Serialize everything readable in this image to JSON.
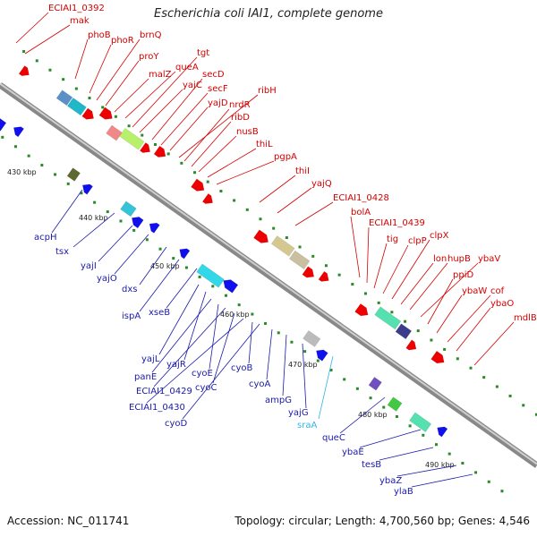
{
  "title": "Escherichia coli IAI1, complete genome",
  "footer": {
    "accession": "Accession: NC_011741",
    "summary": "Topology: circular; Length: 4,700,560 bp; Genes: 4,546"
  },
  "colors": {
    "forward_label": "#d40000",
    "reverse_label": "#1a1aaa",
    "rna_label": "#33b5e5",
    "forward_gene": "#ee0000",
    "reverse_gene": "#1010ee",
    "backbone": "#a0a0a0",
    "tick": "#2a8a2a"
  },
  "kbp_ticks": [
    "430 kbp",
    "440 kbp",
    "450 kbp",
    "460 kbp",
    "470 kbp",
    "480 kbp",
    "490 kbp"
  ],
  "forward_genes": [
    "ECIAI1_0392",
    "mak",
    "phoB",
    "phoR",
    "brnQ",
    "proY",
    "malZ",
    "queA",
    "tgt",
    "yajC",
    "secD",
    "secF",
    "yajD",
    "ribH",
    "nrdR",
    "ribD",
    "nusB",
    "thiL",
    "pgpA",
    "thiI",
    "yajQ",
    "ECIAI1_0428",
    "bolA",
    "ECIAI1_0439",
    "tig",
    "clpP",
    "clpX",
    "lon",
    "hupB",
    "ybaV",
    "ppiD",
    "ybaW",
    "cof",
    "ybaO",
    "mdlB"
  ],
  "reverse_genes": [
    "acpH",
    "tsx",
    "yajI",
    "yajO",
    "dxs",
    "ispA",
    "xseB",
    "yajL",
    "yajR",
    "panE",
    "cyoE",
    "ECIAI1_0429",
    "cyoC",
    "cyoB",
    "ECIAI1_0430",
    "cyoD",
    "cyoA",
    "ampG",
    "yajG",
    "queC",
    "ybaE",
    "tesB",
    "ybaZ",
    "ylaB"
  ],
  "rna_genes": [
    "sraA"
  ]
}
